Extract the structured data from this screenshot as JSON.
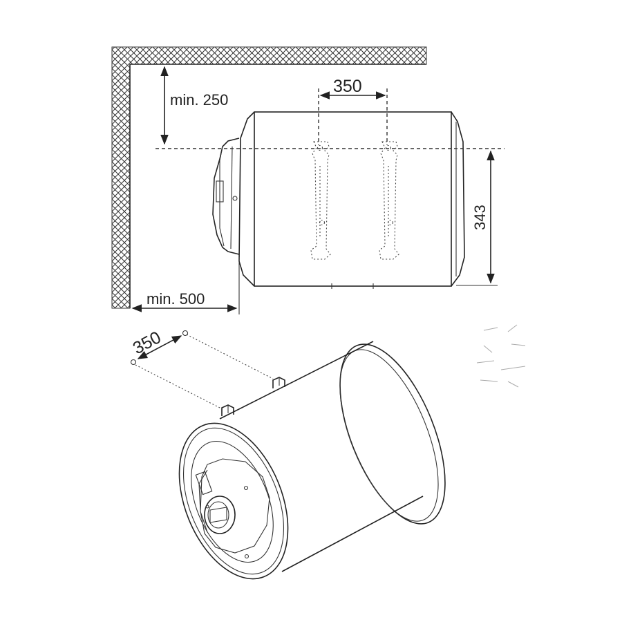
{
  "dimensions": {
    "top_clearance": "min. 250",
    "side_clearance": "min. 500",
    "bracket_spacing_top": "350",
    "height_343": "343",
    "bracket_spacing_iso": "350"
  },
  "colors": {
    "line": "#222222",
    "wall_hatch": "#333333",
    "background": "#ffffff"
  }
}
